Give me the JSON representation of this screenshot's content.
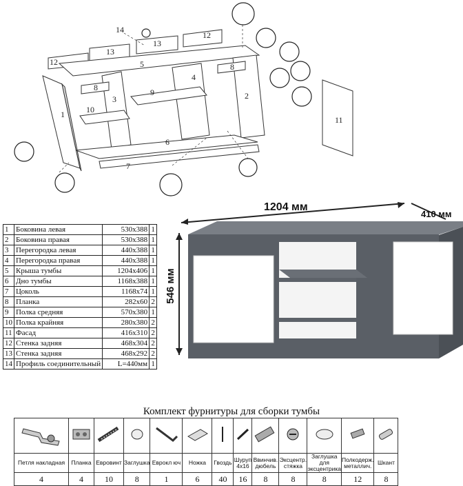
{
  "diagram": {
    "callouts": [
      "14",
      "13",
      "13",
      "12",
      "12",
      "5",
      "8",
      "8",
      "4",
      "9",
      "3",
      "2",
      "10",
      "1",
      "6",
      "7",
      "11"
    ]
  },
  "parts": {
    "rows": [
      {
        "n": "1",
        "name": "Боковина левая",
        "size": "530x388",
        "qty": "1"
      },
      {
        "n": "2",
        "name": "Боковина правая",
        "size": "530x388",
        "qty": "1"
      },
      {
        "n": "3",
        "name": "Перегородка левая",
        "size": "440x388",
        "qty": "1"
      },
      {
        "n": "4",
        "name": "Перегородка правая",
        "size": "440x388",
        "qty": "1"
      },
      {
        "n": "5",
        "name": "Крыша тумбы",
        "size": "1204x406",
        "qty": "1"
      },
      {
        "n": "6",
        "name": "Дно тумбы",
        "size": "1168x388",
        "qty": "1"
      },
      {
        "n": "7",
        "name": "Цоколь",
        "size": "1168x74",
        "qty": "1"
      },
      {
        "n": "8",
        "name": "Планка",
        "size": "282x60",
        "qty": "2"
      },
      {
        "n": "9",
        "name": "Полка средняя",
        "size": "570x380",
        "qty": "1"
      },
      {
        "n": "10",
        "name": "Полка крайняя",
        "size": "280x380",
        "qty": "2"
      },
      {
        "n": "11",
        "name": "Фасад",
        "size": "416x310",
        "qty": "2"
      },
      {
        "n": "12",
        "name": "Стенка задняя",
        "size": "468x304",
        "qty": "2"
      },
      {
        "n": "13",
        "name": "Стенка задняя",
        "size": "468x292",
        "qty": "2"
      },
      {
        "n": "14",
        "name": "Профиль соединительный",
        "size": "L=440мм",
        "qty": "1"
      }
    ]
  },
  "dimensions": {
    "width": "1204 мм",
    "depth": "410 мм",
    "height": "546 мм"
  },
  "colors": {
    "body": "#5a5f66",
    "facade": "#ffffff",
    "shelf": "#5d6269"
  },
  "hardware": {
    "title": "Комплект фурнитуры для сборки тумбы",
    "items": [
      {
        "name": "Петля накладная",
        "qty": "4",
        "icon": "hinge-icon"
      },
      {
        "name": "Планка",
        "qty": "4",
        "icon": "mounting-plate-icon"
      },
      {
        "name": "Евровинт",
        "qty": "10",
        "icon": "euro-screw-icon"
      },
      {
        "name": "Заглушка",
        "qty": "8",
        "icon": "cap-icon"
      },
      {
        "name": "Еврокл юч",
        "qty": "1",
        "icon": "hex-key-icon"
      },
      {
        "name": "Ножка",
        "qty": "6",
        "icon": "leg-icon"
      },
      {
        "name": "Гвоздь",
        "qty": "40",
        "icon": "nail-icon"
      },
      {
        "name": "Шуруп 4x16",
        "qty": "16",
        "icon": "screw-icon"
      },
      {
        "name": "Ввинчив. дюбель",
        "qty": "8",
        "icon": "dowel-icon"
      },
      {
        "name": "Эксцентр. стяжка",
        "qty": "8",
        "icon": "cam-lock-icon"
      },
      {
        "name": "Заглушка для эксцентрика",
        "qty": "8",
        "icon": "cam-cap-icon"
      },
      {
        "name": "Полкодерж. металлич.",
        "qty": "12",
        "icon": "shelf-support-icon"
      },
      {
        "name": "Шкант",
        "qty": "8",
        "icon": "wood-dowel-icon"
      }
    ]
  }
}
